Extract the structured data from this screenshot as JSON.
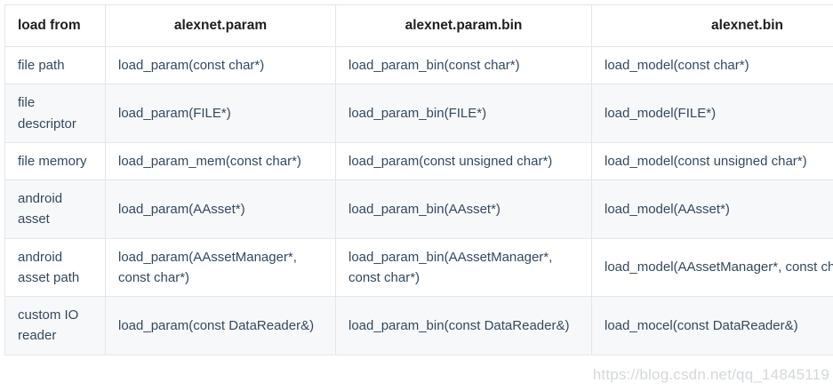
{
  "table": {
    "columns": [
      "load from",
      "alexnet.param",
      "alexnet.param.bin",
      "alexnet.bin"
    ],
    "rows": [
      {
        "label": "file path",
        "shaded": false,
        "cells": [
          "load_param(const char*)",
          "load_param_bin(const char*)",
          "load_model(const char*)"
        ]
      },
      {
        "label": "file descriptor",
        "shaded": true,
        "cells": [
          "load_param(FILE*)",
          "load_param_bin(FILE*)",
          "load_model(FILE*)"
        ]
      },
      {
        "label": "file memory",
        "shaded": false,
        "cells": [
          "load_param_mem(const char*)",
          "load_param(const unsigned char*)",
          "load_model(const unsigned char*)"
        ]
      },
      {
        "label": "android asset",
        "shaded": true,
        "cells": [
          "load_param(AAsset*)",
          "load_param_bin(AAsset*)",
          "load_model(AAsset*)"
        ]
      },
      {
        "label": "android asset path",
        "shaded": false,
        "cells": [
          "load_param(AAssetManager*, const char*)",
          "load_param_bin(AAssetManager*, const char*)",
          "load_model(AAssetManager*, const char*)"
        ]
      },
      {
        "label": "custom IO reader",
        "shaded": true,
        "cells": [
          "load_param(const DataReader&)",
          "load_param_bin(const DataReader&)",
          "load_mocel(const DataReader&)"
        ]
      }
    ]
  },
  "watermark": {
    "text": "https://blog.csdn.net/qq_14845119"
  },
  "colors": {
    "header_text": "#1f1f1f",
    "body_text": "#34495e",
    "border": "#e3e6e8",
    "row_shade": "#f7f8f9",
    "background": "#ffffff",
    "watermark": "#a0a8b0"
  }
}
